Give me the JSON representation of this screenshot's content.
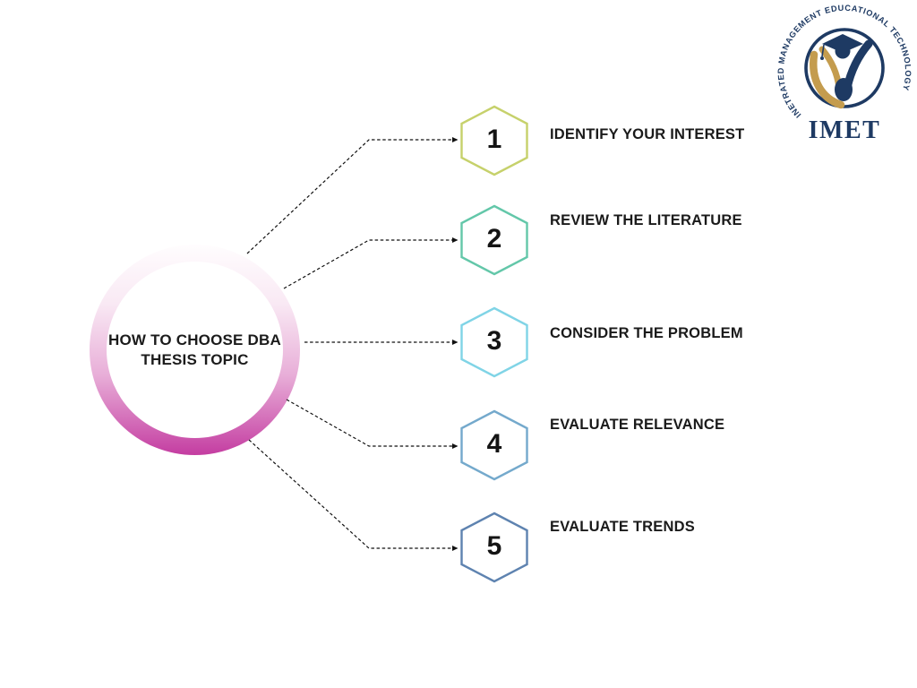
{
  "title": {
    "line1": "HOW TO CHOOSE DBA",
    "line2": "THESIS TOPIC"
  },
  "steps": [
    {
      "number": "1",
      "label": "IDENTIFY YOUR INTEREST",
      "color": "#c6d16b"
    },
    {
      "number": "2",
      "label": "REVIEW THE LITERATURE",
      "color": "#63c7a9"
    },
    {
      "number": "3",
      "label": "CONSIDER THE PROBLEM",
      "color": "#80d4e6"
    },
    {
      "number": "4",
      "label": "EVALUATE RELEVANCE",
      "color": "#74a9cc"
    },
    {
      "number": "5",
      "label": "EVALUATE TRENDS",
      "color": "#5e83b0"
    }
  ],
  "logo": {
    "ring_text": "INETRATED MANAGEMENT EDUCATIONAL TECHNOLOGY",
    "acronym": "IMET",
    "navy": "#1e3a63",
    "gold": "#c49c4e"
  },
  "colors": {
    "ring_gradient_top": "#fffdfe",
    "ring_gradient_bottom": "#c43da1",
    "connector": "#111111",
    "text": "#1a1a1a"
  }
}
